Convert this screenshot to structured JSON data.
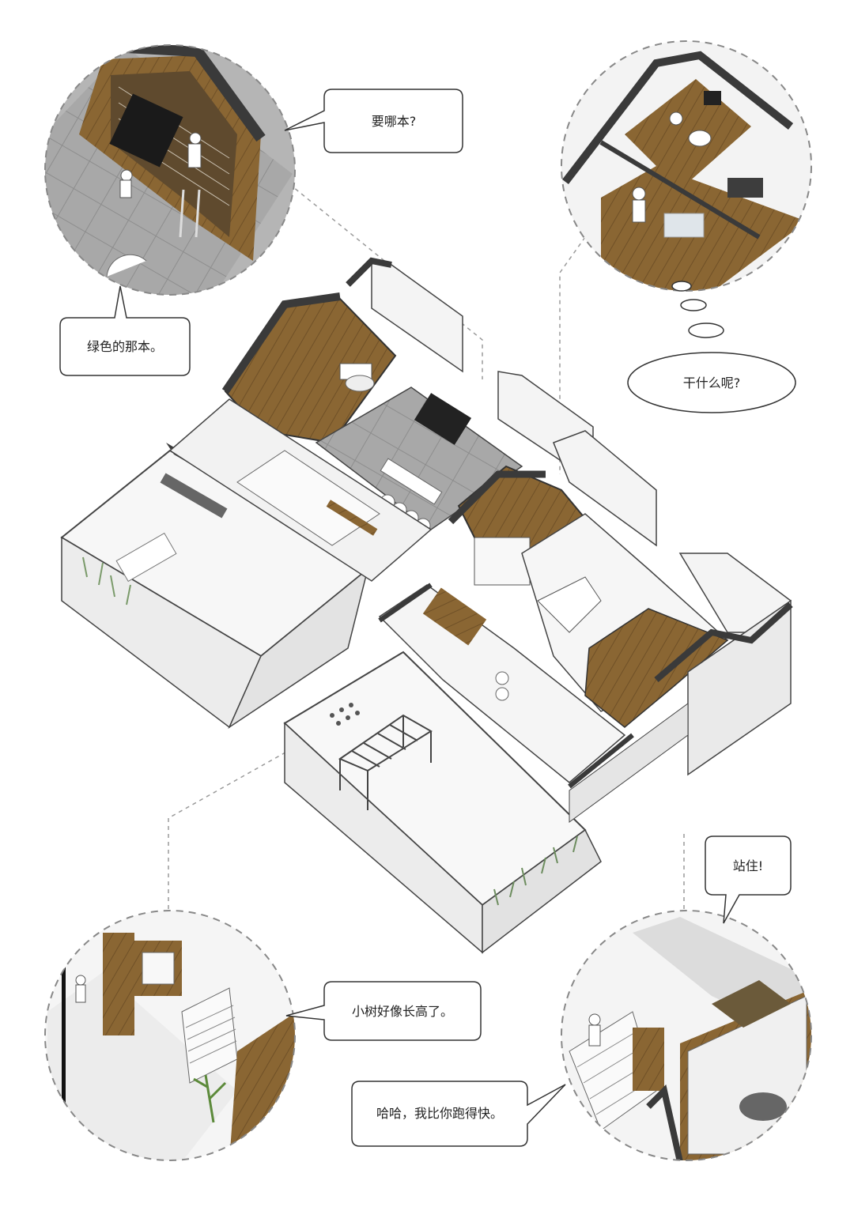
{
  "captions": {
    "top_left_question": "要哪本?",
    "top_left_answer": "绿色的那本。",
    "top_right_thought": "干什么呢?",
    "bottom_right_shout": "站住!",
    "bottom_left_remark": "小树好像长高了。",
    "bottom_right_reply": "哈哈，我比你跑得快。"
  },
  "colors": {
    "wood": "#8a6633",
    "wall_dark": "#3a3a3a",
    "floor_grey": "#9a9a9a",
    "paper": "#ffffff",
    "line": "#555555"
  }
}
